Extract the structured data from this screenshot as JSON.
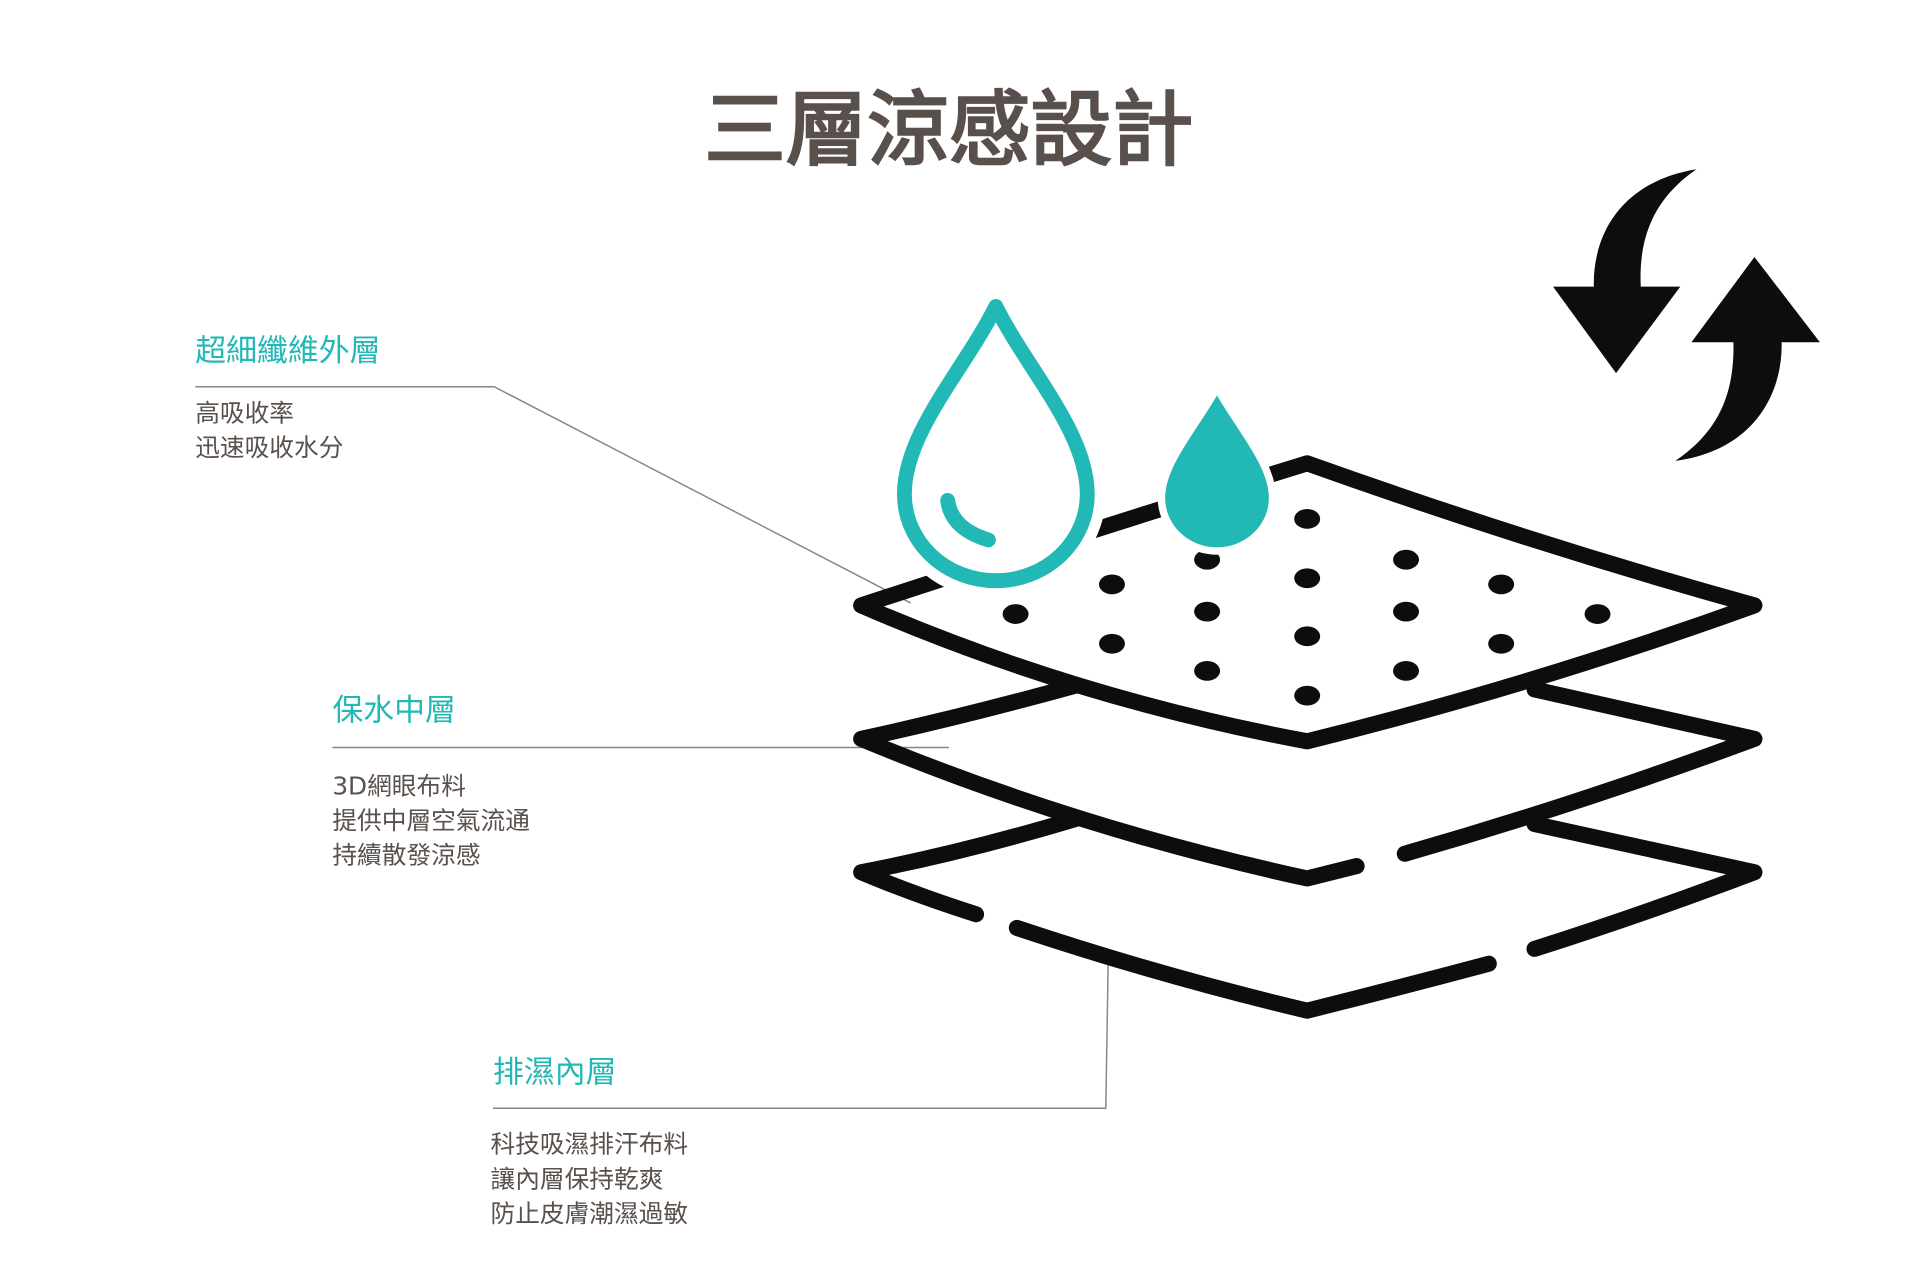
{
  "title": "三層涼感設計",
  "colors": {
    "accent": "#22b8b5",
    "text": "#594f4b",
    "ink": "#0d0d0d"
  },
  "layers": [
    {
      "label": "超細纖維外層",
      "lines": [
        "高吸收率",
        "迅速吸收水分"
      ]
    },
    {
      "label": "保水中層",
      "lines": [
        "3D網眼布料",
        "提供中層空氣流通",
        "持續散發涼感"
      ]
    },
    {
      "label": "排濕內層",
      "lines": [
        "科技吸濕排汗布料",
        "讓內層保持乾爽",
        "防止皮膚潮濕過敏"
      ]
    }
  ],
  "icons": [
    "water-drop-outline-icon",
    "water-drop-filled-icon",
    "circulation-arrows-icon",
    "fabric-layers-icon"
  ]
}
